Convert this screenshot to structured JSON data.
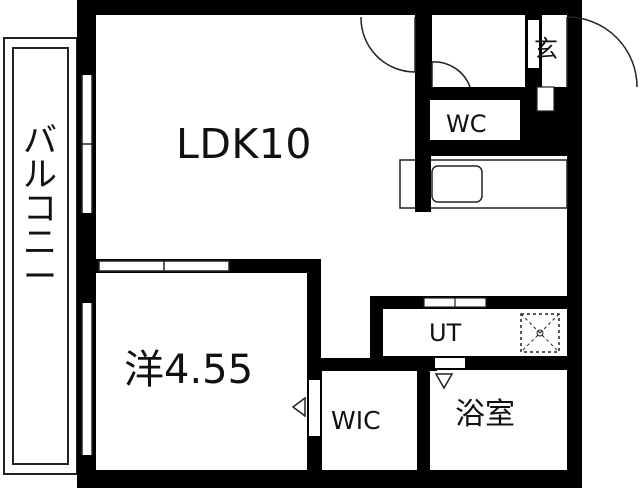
{
  "floor_plan": {
    "rooms": {
      "ldk": "LDK10",
      "bedroom": "洋4.55",
      "bathroom": "浴室",
      "walk_in_closet": "WIC",
      "utility": "UT",
      "toilet": "WC",
      "entrance": "玄",
      "balcony": "バルコニー"
    },
    "colors": {
      "wall": "#000000",
      "line": "#222222",
      "background": "#ffffff"
    }
  }
}
